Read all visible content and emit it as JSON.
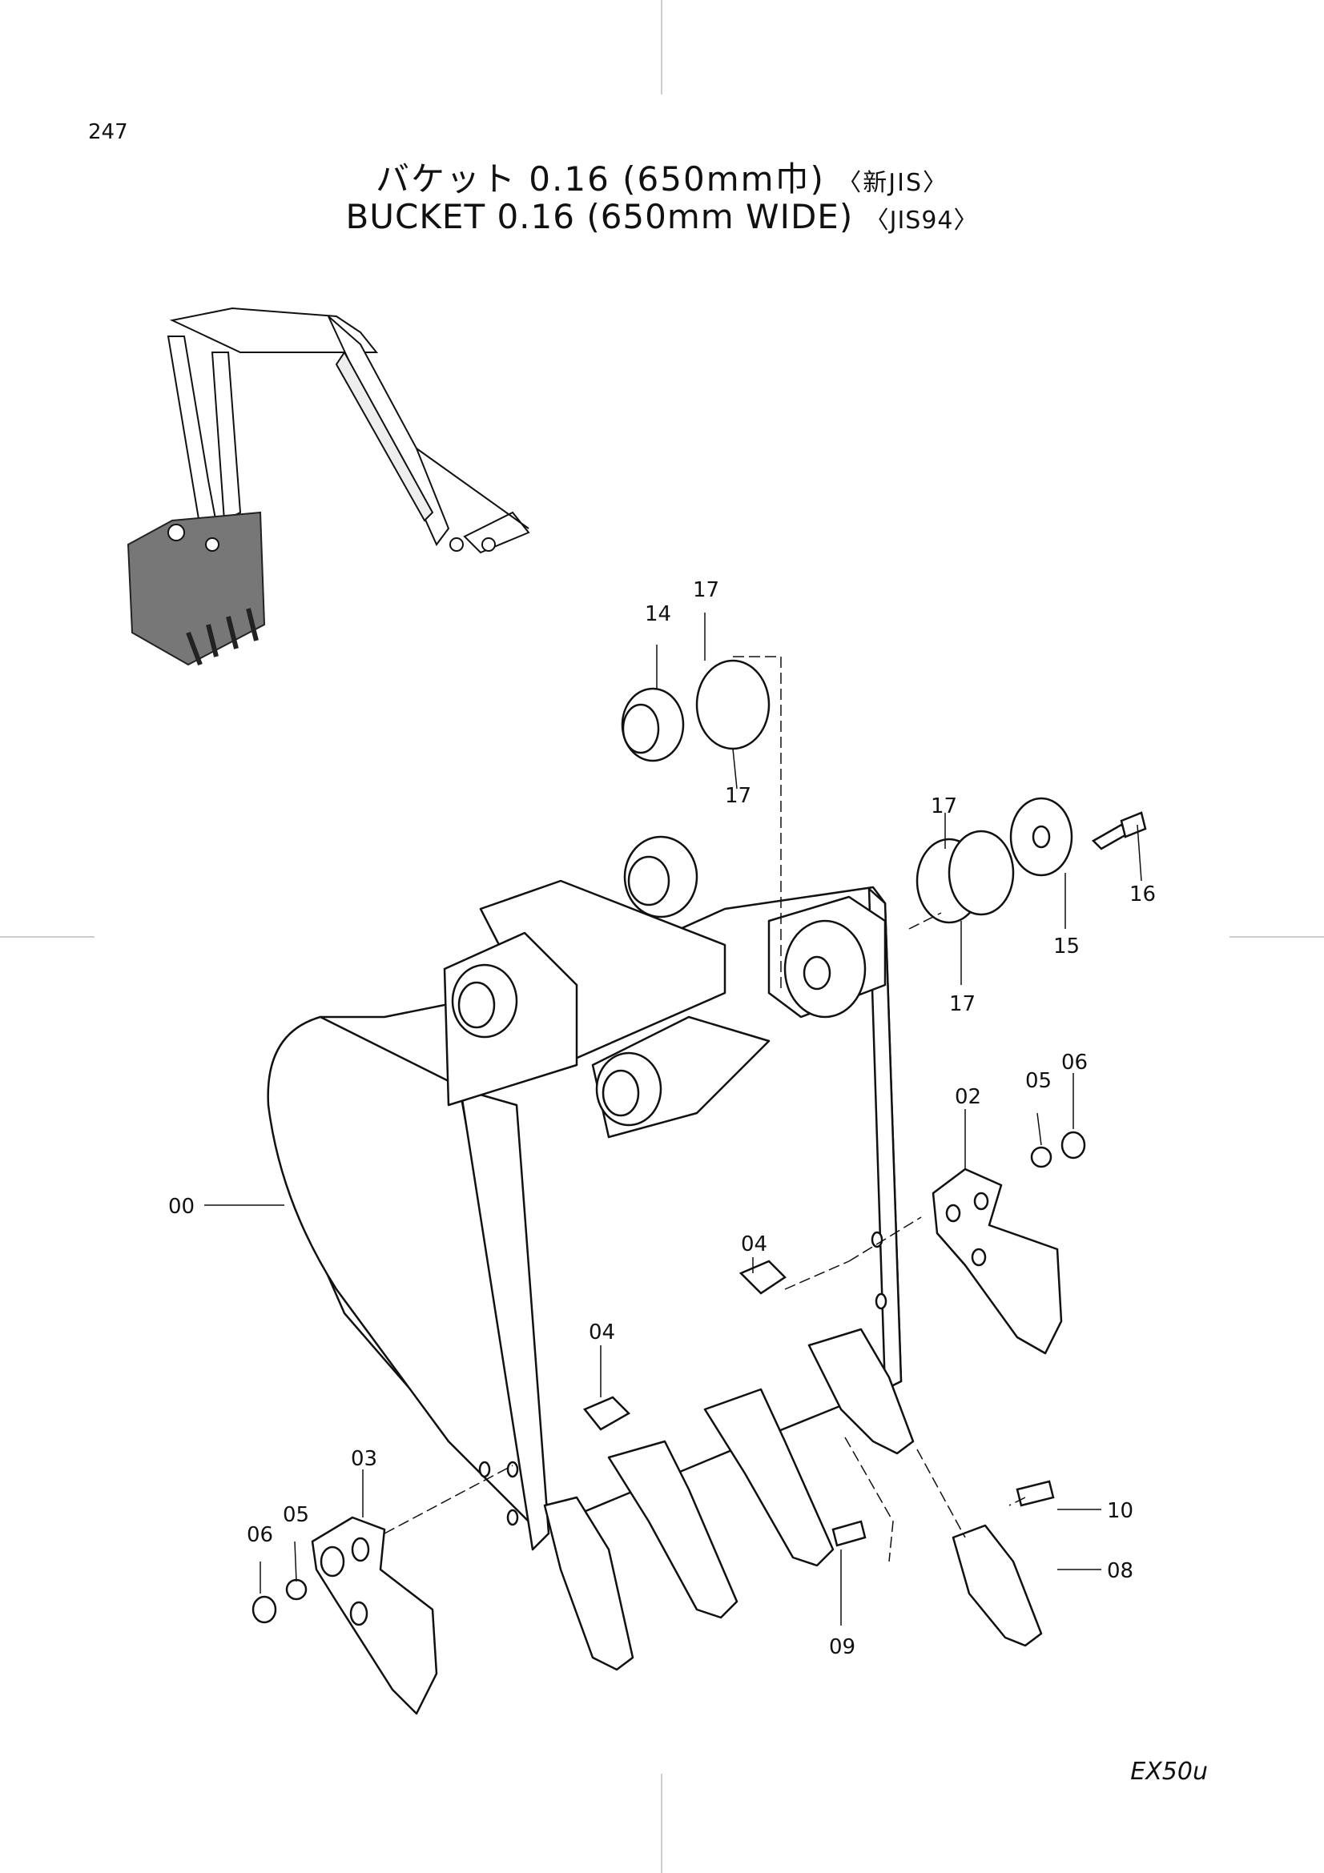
{
  "page_number": "247",
  "title_jp": {
    "main": "バケット 0.16 (650mm巾)",
    "std": "〈新JIS〉"
  },
  "title_en": {
    "main": "BUCKET 0.16 (650mm WIDE)",
    "std": "〈JIS94〉"
  },
  "model": "EX50u",
  "callouts": {
    "c00": "00",
    "c02": "02",
    "c03": "03",
    "c04a": "04",
    "c04b": "04",
    "c05a": "05",
    "c05b": "05",
    "c06a": "06",
    "c06b": "06",
    "c08": "08",
    "c09": "09",
    "c10": "10",
    "c14": "14",
    "c15": "15",
    "c16": "16",
    "c17a": "17",
    "c17b": "17",
    "c17c": "17",
    "c17d": "17"
  }
}
